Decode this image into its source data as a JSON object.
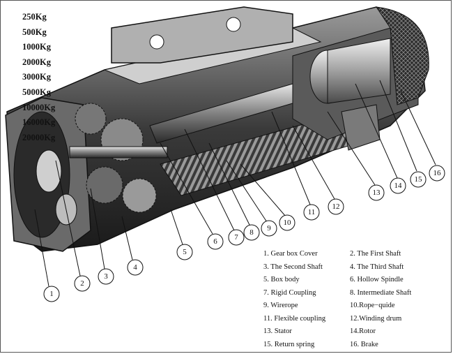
{
  "capacities": [
    "250Kg",
    "500Kg",
    "1000Kg",
    "2000Kg",
    "3000Kg",
    "5000Kg",
    "10000Kg",
    "16000Kg",
    "20000Kg"
  ],
  "callouts": [
    "1",
    "2",
    "3",
    "4",
    "5",
    "6",
    "7",
    "8",
    "9",
    "10",
    "11",
    "12",
    "13",
    "14",
    "15",
    "16"
  ],
  "legend": [
    [
      "1.  Gear box Cover",
      "2. The First Shaft"
    ],
    [
      "3.  The Second Shaft",
      "4. The Third Shaft"
    ],
    [
      "5.  Box body",
      "6. Hollow Spindle"
    ],
    [
      "7.  Rigid Coupling",
      "8. Intermediate Shaft"
    ],
    [
      "9.   Wirerope",
      "10.Rope−quide"
    ],
    [
      "11. Flexible coupling",
      "12.Winding drum"
    ],
    [
      "13.  Stator",
      "14.Rotor"
    ],
    [
      "15. Return spring",
      "16. Brake"
    ]
  ]
}
